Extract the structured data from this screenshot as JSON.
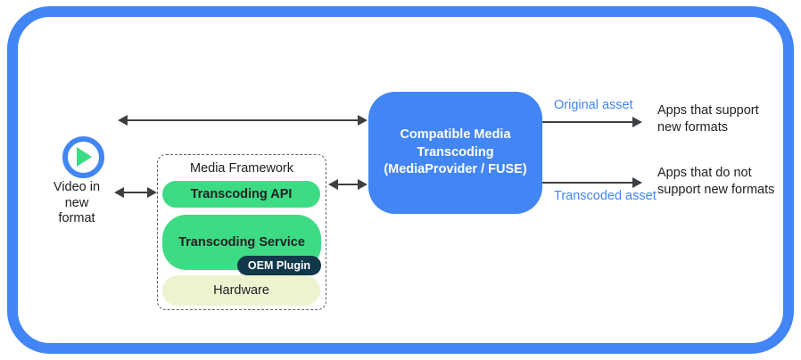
{
  "colors": {
    "accent_blue": "#4285f4",
    "android_green": "#3ddc84",
    "oem_navy": "#10374a",
    "hardware_cream": "#ecf3cf",
    "arrow_gray": "#3c4043",
    "text_dark": "#202124",
    "asset_label_blue": "#4285f4"
  },
  "video_source": {
    "icon": "play-icon",
    "lines": [
      "Video in",
      "new",
      "format"
    ]
  },
  "media_framework": {
    "title": "Media Framework",
    "layers": [
      {
        "label": "Transcoding API"
      },
      {
        "label": "Transcoding Service"
      },
      {
        "label": "OEM Plugin"
      },
      {
        "label": "Hardware"
      }
    ]
  },
  "transcoder": {
    "lines": [
      "Compatible Media",
      "Transcoding",
      "(MediaProvider / FUSE)"
    ]
  },
  "outputs": {
    "original": {
      "label": "Original asset",
      "target_lines": [
        "Apps that support",
        "new formats"
      ]
    },
    "transcoded": {
      "label": "Transcoded asset",
      "target_lines": [
        "Apps that do not",
        "support new formats"
      ]
    }
  }
}
